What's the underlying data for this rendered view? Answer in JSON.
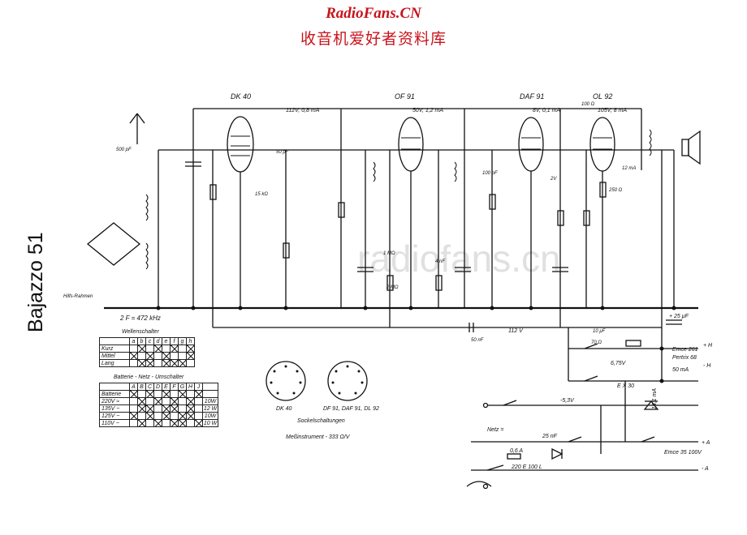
{
  "header": {
    "site": "RadioFans.CN",
    "subtitle": "收音机爱好者资料库"
  },
  "model": "Bajazzo 51",
  "watermark": "radiofans.cn",
  "tubes": [
    {
      "name": "DK 40",
      "supply": "112V, 0,8 mA"
    },
    {
      "name": "OF 91",
      "supply": "50V, 1,2 mA"
    },
    {
      "name": "DAF 91",
      "supply": "8V, 0,1 mA"
    },
    {
      "name": "OL 92",
      "supply": "105V, 8 mA"
    }
  ],
  "labels": {
    "if_freq": "2 F = 472 kHz",
    "frame_antenna": "Hilfs-Rahmen",
    "rail_112": "112 V",
    "rail_50nf": "50 nF",
    "sockets_caption": "Sockelschaltungen",
    "socket_dk40": "DK 40",
    "socket_others": "DF 91, DAF 91, DL 92",
    "meter": "Meßinstrument - 333 Ω/V",
    "emice_261": "Emce 261",
    "pertrix_68": "Pertrix 68",
    "plus_h1": "+ H",
    "minus_h": "- H",
    "ma50": "50 mA",
    "emce35": "Emce 35  100V",
    "plus_a": "+ A",
    "minus_a": "- A",
    "netz": "Netz =",
    "neg_5_3": "-5,3V",
    "v675": "6,75V",
    "ex30": "E X 30",
    "ma14": "14,1 mA",
    "uf25": "+ 25 μF",
    "fuse": "0,6 A",
    "rect": "220 E 100 L",
    "nf25": "25 nF",
    "r100": "100 Ω",
    "r70": "70 Ω",
    "r250": "250 Ω",
    "uf10": "10 μF",
    "ma12": "12 mA",
    "neg_2v": "2V",
    "pf500": "500 pF",
    "kohm15": "15 kΩ",
    "mohm1": "1 MΩ",
    "mohm2": "2 MΩ",
    "pf100": "100 pF",
    "pf50": "50 pF",
    "nf4": "4 nF"
  },
  "wellen": {
    "title": "Wellenschalter",
    "cols": [
      "a",
      "b",
      "c",
      "d",
      "e",
      "f",
      "g",
      "h"
    ],
    "rows": [
      {
        "label": "Kurz",
        "x": [
          0,
          1,
          0,
          1,
          0,
          1,
          0,
          1
        ]
      },
      {
        "label": "Mittel",
        "x": [
          1,
          0,
          1,
          0,
          1,
          0,
          0,
          1
        ]
      },
      {
        "label": "Lang",
        "x": [
          0,
          1,
          1,
          0,
          1,
          1,
          1,
          0
        ]
      }
    ]
  },
  "netz_table": {
    "title": "Batterie - Netz - Umschalter",
    "cols": [
      "A",
      "B",
      "C",
      "D",
      "E",
      "F",
      "G",
      "H",
      "J"
    ],
    "rows": [
      {
        "label": "Batterie",
        "x": [
          1,
          0,
          1,
          0,
          1,
          0,
          1,
          0,
          1
        ],
        "w": ""
      },
      {
        "label": "220V ≈",
        "x": [
          0,
          1,
          0,
          1,
          0,
          1,
          0,
          1,
          0
        ],
        "w": "10W"
      },
      {
        "label": "135V ~",
        "x": [
          0,
          1,
          1,
          0,
          1,
          1,
          0,
          1,
          0
        ],
        "w": "12 W"
      },
      {
        "label": "125V ~",
        "x": [
          1,
          0,
          1,
          0,
          1,
          0,
          1,
          1,
          0
        ],
        "w": "10W"
      },
      {
        "label": "110V ~",
        "x": [
          0,
          1,
          0,
          1,
          0,
          1,
          1,
          0,
          1
        ],
        "w": "10 W"
      }
    ]
  }
}
